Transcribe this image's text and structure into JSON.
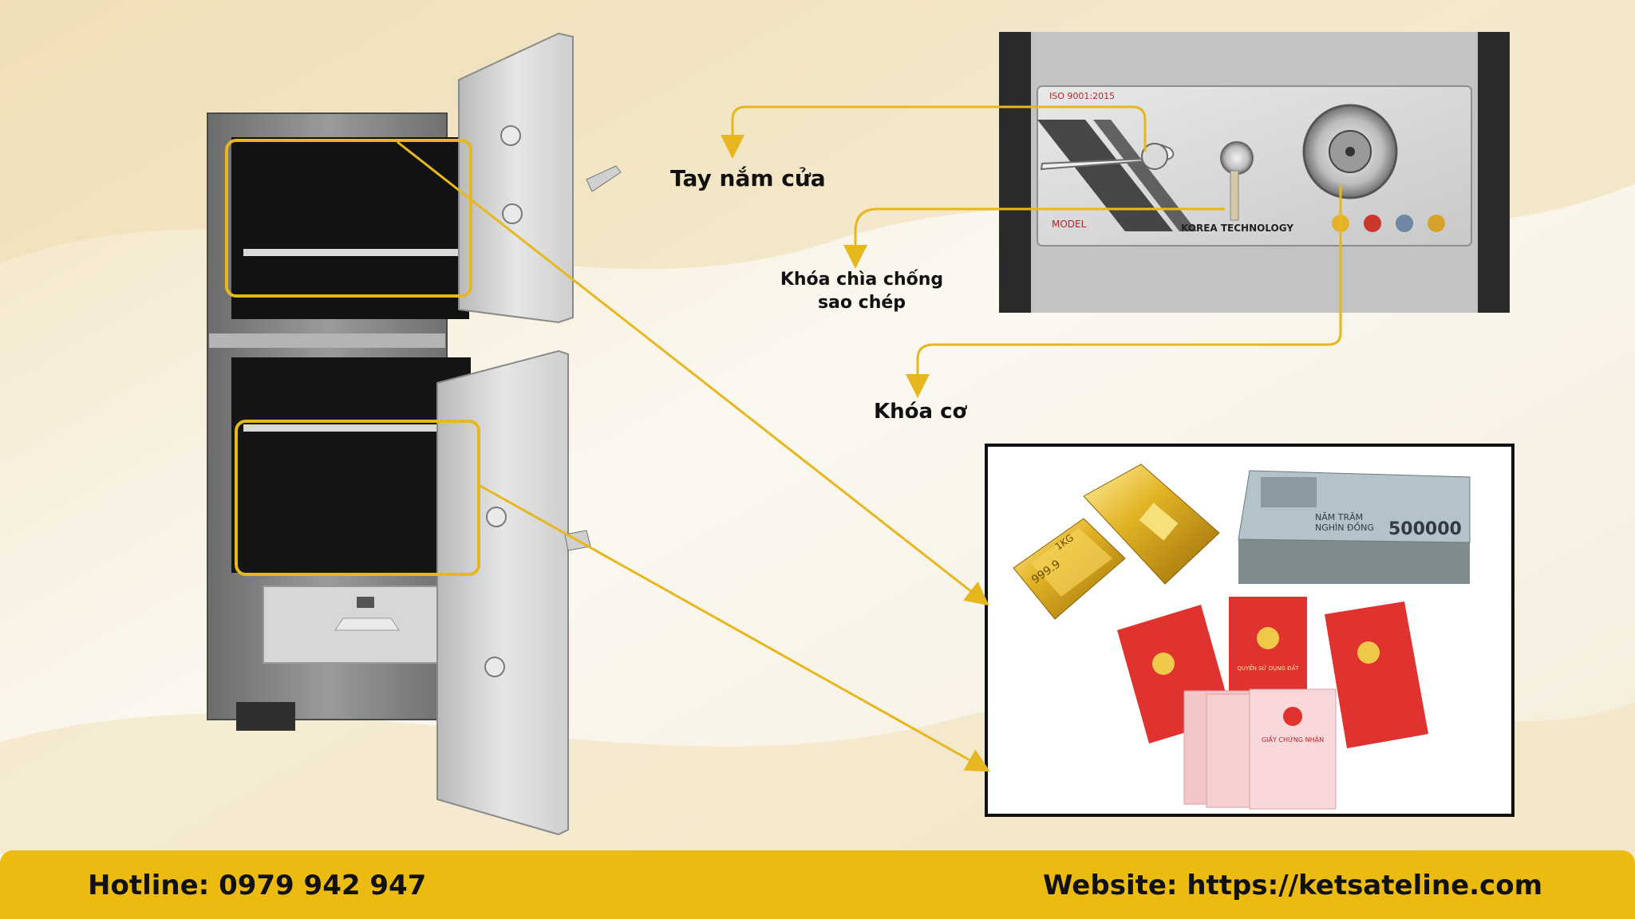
{
  "callouts": {
    "door_handle": "Tay nắm cửa",
    "key_lock_line1": "Khóa chìa chống",
    "key_lock_line2": "sao chép",
    "mechanical_lock": "Khóa cơ"
  },
  "lock_panel": {
    "iso_text": "ISO 9001:2015",
    "model_text": "MODEL",
    "brand_text": "KOREA TECHNOLOGY"
  },
  "valuables": {
    "gold_stamp": "999.9",
    "gold_weight": "1KG",
    "banknote_value": "500000",
    "banknote_words_line1": "NĂM TRĂM",
    "banknote_words_line2": "NGHÌN ĐỒNG",
    "red_book_title": "QUYỂN SỬ DỤNG ĐẤT",
    "pink_cert_title": "GIẤY CHỨNG NHẬN"
  },
  "footer": {
    "hotline": "Hotline: 0979 942 947",
    "website": "Website: https://ketsateline.com"
  },
  "colors": {
    "accent_yellow": "#ecbb12",
    "callout_line": "#e6b71f",
    "safe_steel": "#8d8d8d",
    "frame_black": "#111111"
  }
}
